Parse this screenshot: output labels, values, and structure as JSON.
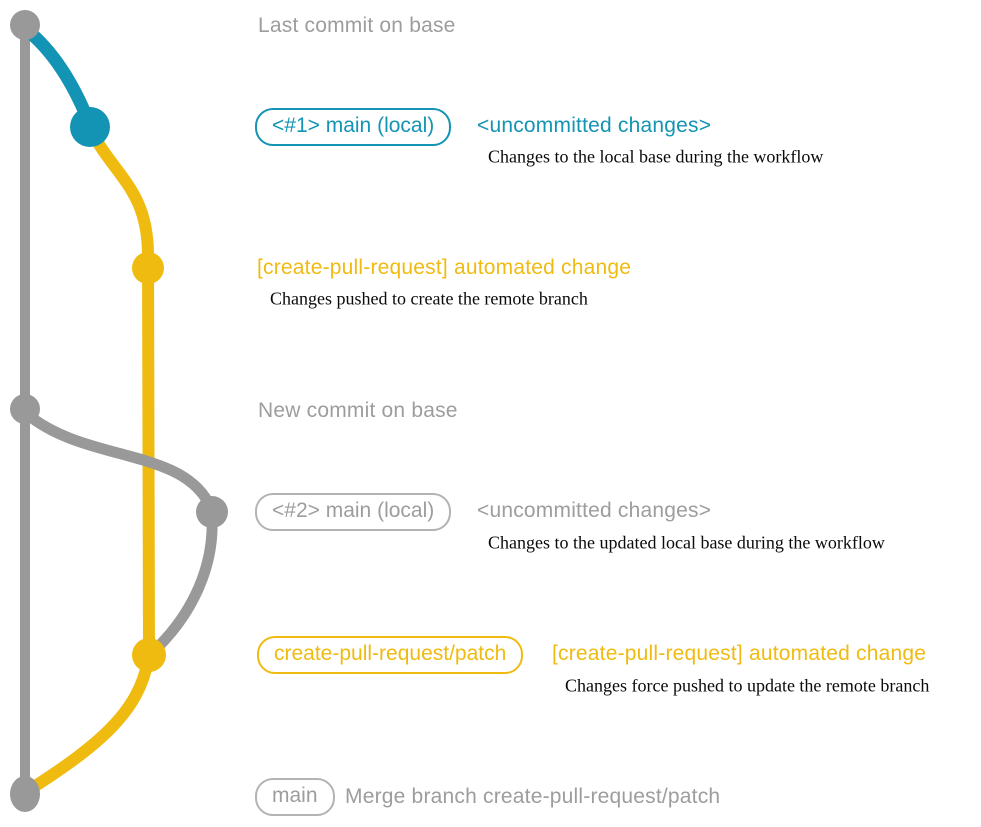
{
  "colors": {
    "gray": "#999999",
    "text_gray": "#9d9d9d",
    "blue": "#1494b4",
    "yellow": "#f0bb10",
    "black": "#0a0a0a"
  },
  "graph": {
    "commits": [
      {
        "name": "commit-last-on-base",
        "color": "gray"
      },
      {
        "name": "commit-uncommitted-changes-1",
        "color": "blue"
      },
      {
        "name": "commit-automated-change-1",
        "color": "yellow"
      },
      {
        "name": "commit-new-on-base",
        "color": "gray"
      },
      {
        "name": "commit-uncommitted-changes-2",
        "color": "gray"
      },
      {
        "name": "commit-automated-change-2",
        "color": "yellow"
      },
      {
        "name": "commit-merge",
        "color": "gray"
      }
    ]
  },
  "annotations": {
    "row1": {
      "text": "Last commit on base"
    },
    "row2": {
      "label": "<#1> main (local)",
      "note": "<uncommitted changes>",
      "desc": "Changes to the local base during the workflow"
    },
    "row3": {
      "note": "[create-pull-request] automated change",
      "desc": "Changes pushed to create the remote branch"
    },
    "row4": {
      "text": "New commit on base"
    },
    "row5": {
      "label": "<#2> main (local)",
      "note": "<uncommitted changes>",
      "desc": "Changes to the updated local base during the workflow"
    },
    "row6": {
      "label": "create-pull-request/patch",
      "note": "[create-pull-request] automated change",
      "desc": "Changes force pushed to update the remote branch"
    },
    "row7": {
      "label": "main",
      "note": "Merge branch create-pull-request/patch"
    }
  }
}
